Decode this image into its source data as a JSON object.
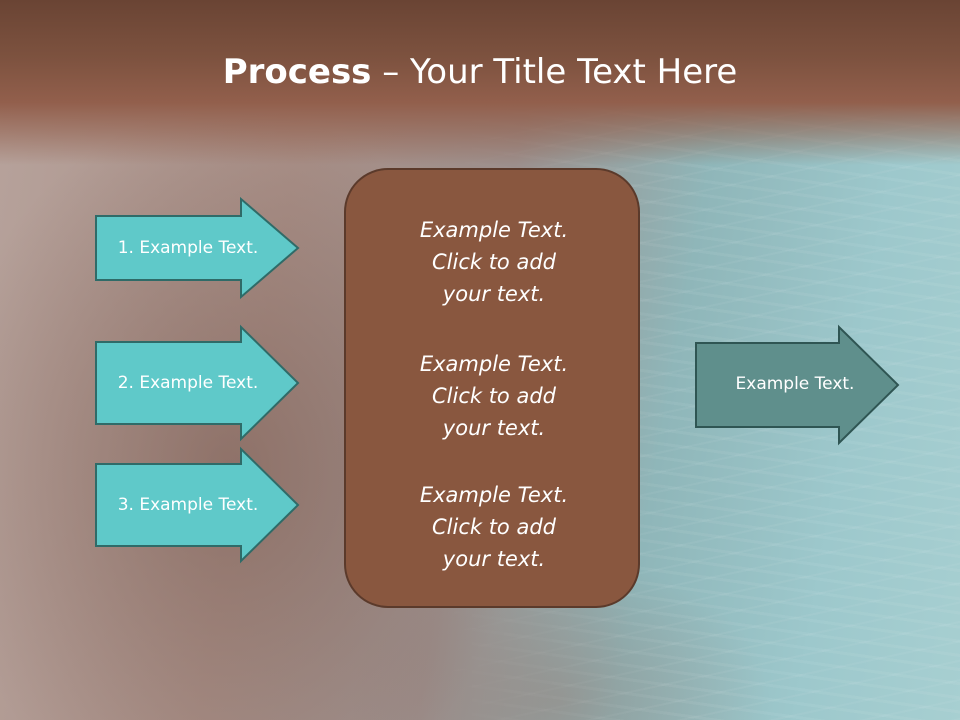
{
  "slide": {
    "title_bold": "Process",
    "title_rest": " – Your Title Text Here",
    "input_arrows": [
      {
        "label": "1. Example Text."
      },
      {
        "label": "2. Example Text."
      },
      {
        "label": "3. Example Text."
      }
    ],
    "center_box": {
      "paragraphs": [
        "Example Text.\nClick  to add\nyour text.",
        "Example Text.\nClick  to add\nyour text.",
        "Example Text.\nClick  to add\nyour text."
      ]
    },
    "output_arrow": {
      "label": "Example Text."
    }
  },
  "colors": {
    "title_band": "#7d523f",
    "input_arrow_fill": "#5fc9c9",
    "input_arrow_stroke": "#2f6b68",
    "center_box_fill": "#89573f",
    "center_box_stroke": "#5b3a2b",
    "output_arrow_fill": "#5f8f8c",
    "output_arrow_stroke": "#2f5553"
  }
}
